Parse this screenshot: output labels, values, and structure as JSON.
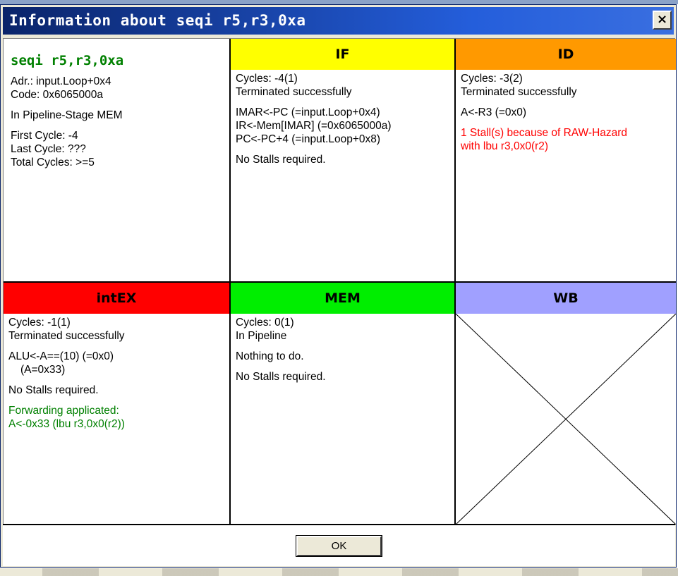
{
  "window": {
    "title": "Information about seqi r5,r3,0xa",
    "close_symbol": "×"
  },
  "instruction": {
    "name": "seqi r5,r3,0xa",
    "address": "Adr.: input.Loop+0x4",
    "code": "Code: 0x6065000a",
    "stage": "In Pipeline-Stage MEM",
    "first_cycle": "First Cycle: -4",
    "last_cycle": "Last Cycle: ???",
    "total_cycles": "Total Cycles: >=5"
  },
  "stages": {
    "if": {
      "label": "IF",
      "color": "#ffff00",
      "cycles": "Cycles: -4(1)",
      "status": "Terminated successfully",
      "ops": [
        "IMAR<-PC (=input.Loop+0x4)",
        "IR<-Mem[IMAR] (=0x6065000a)",
        "PC<-PC+4 (=input.Loop+0x8)"
      ],
      "stalls": "No Stalls required."
    },
    "id": {
      "label": "ID",
      "color": "#ff9900",
      "cycles": "Cycles: -3(2)",
      "status": "Terminated successfully",
      "ops": [
        "A<-R3 (=0x0)"
      ],
      "stalls_line1": "1 Stall(s) because of RAW-Hazard",
      "stalls_line2": "with lbu r3,0x0(r2)"
    },
    "intex": {
      "label": "intEX",
      "color": "#ff0000",
      "cycles": "Cycles: -1(1)",
      "status": "Terminated successfully",
      "op_line1": "ALU<-A==(10) (=0x0)",
      "op_line2": "(A=0x33)",
      "stalls": "No Stalls required.",
      "fwd_line1": "Forwarding applicated:",
      "fwd_line2": "A<-0x33 (lbu r3,0x0(r2))"
    },
    "mem": {
      "label": "MEM",
      "color": "#00ee00",
      "cycles": "Cycles: 0(1)",
      "status": "In Pipeline",
      "action": "Nothing to do.",
      "stalls": "No Stalls required."
    },
    "wb": {
      "label": "WB",
      "color": "#a0a0ff"
    }
  },
  "footer": {
    "ok_label": "OK"
  }
}
